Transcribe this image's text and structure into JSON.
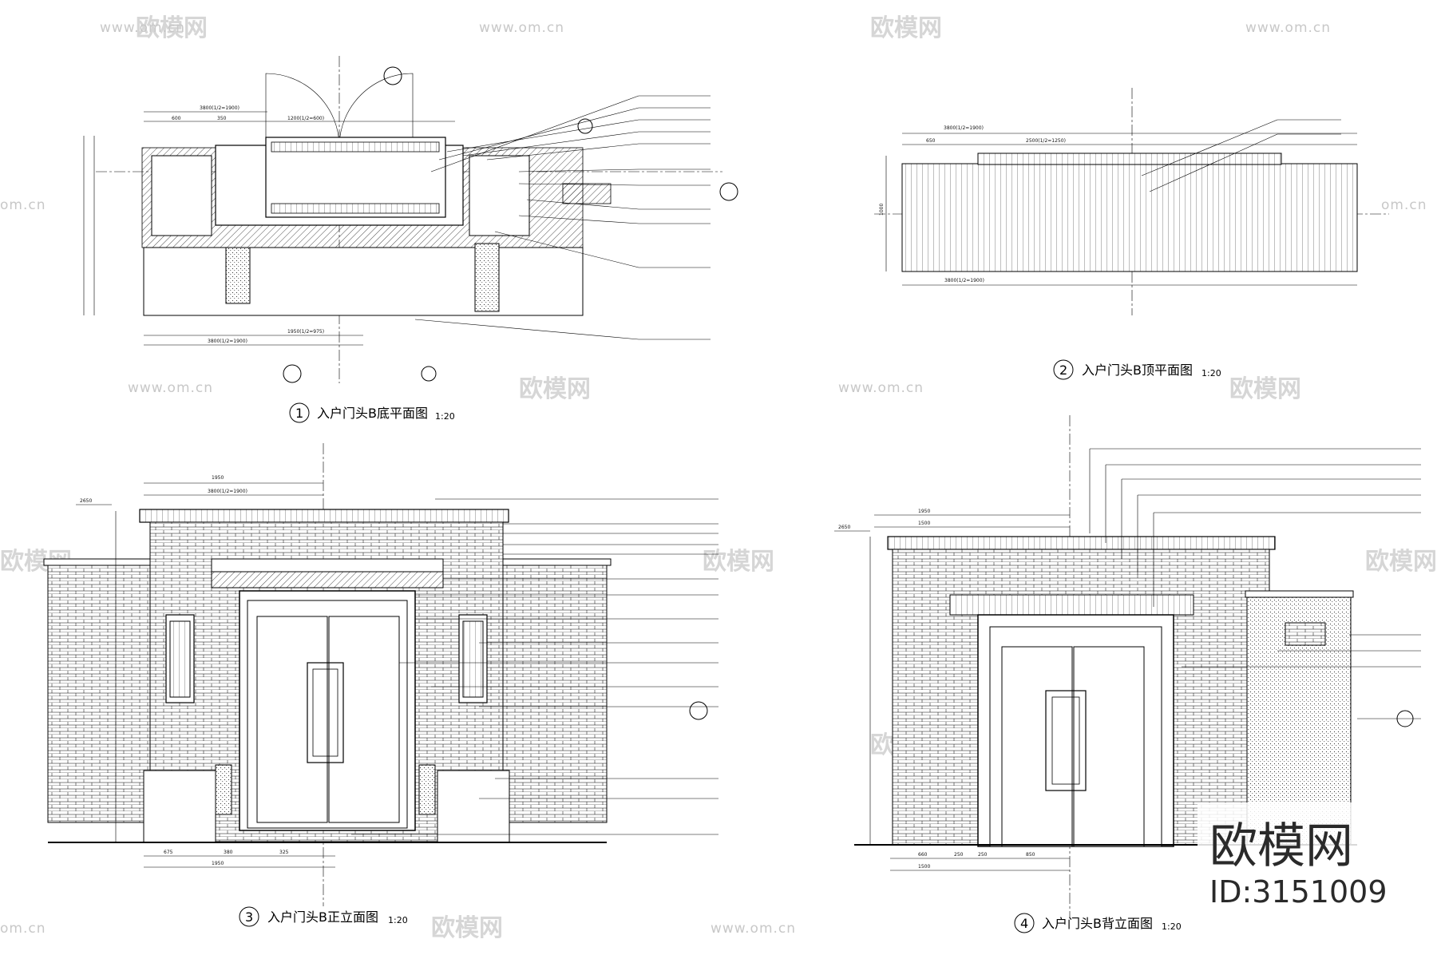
{
  "watermark": {
    "site": "www.om.cn",
    "logo": "欧模网",
    "site_short": "om.cn"
  },
  "brand": {
    "name": "欧模网",
    "id": "ID:3151009"
  },
  "views": [
    {
      "num": "1",
      "title": "入户门头B底平面图",
      "scale": "1:20"
    },
    {
      "num": "2",
      "title": "入户门头B顶平面图",
      "scale": "1:20"
    },
    {
      "num": "3",
      "title": "入户门头B正立面图",
      "scale": "1:20"
    },
    {
      "num": "4",
      "title": "入户门头B背立面图",
      "scale": "1:20"
    }
  ],
  "plan_top_dims": {
    "overall": "3800(1/2=1900)",
    "a": "600",
    "b": "350",
    "c": "1200(1/2=600)",
    "bottom": "3800(1/2=1900)",
    "bottom2": "1950(1/2=975)"
  },
  "roof_dims": {
    "top": "3800(1/2=1900)",
    "a": "650",
    "b": "2500(1/2=1250)",
    "bottom": "3800(1/2=1900)",
    "side": "1000"
  },
  "front_dims": {
    "top": "3800(1/2=1900)",
    "a": "1950",
    "level_top": "2650",
    "bottom_a": "675",
    "bottom_b": "380",
    "bottom_c": "325",
    "bottom_total": "1950"
  },
  "back_dims": {
    "top": "1950",
    "top2": "1500",
    "level": "2650",
    "bottom_a": "660",
    "bottom_b": "250",
    "bottom_c": "250",
    "bottom_d": "850",
    "bottom_total": "1500"
  }
}
